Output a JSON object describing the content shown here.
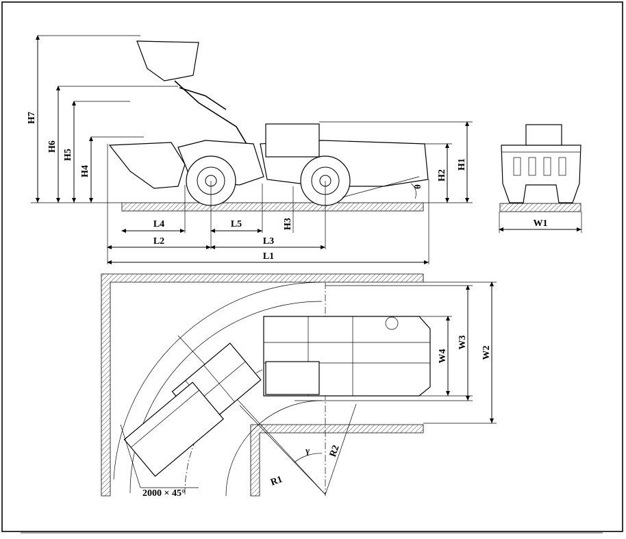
{
  "side_view": {
    "height_labels": {
      "h7": "H7",
      "h6": "H6",
      "h5": "H5",
      "h4": "H4",
      "h3": "H3",
      "h2": "H2",
      "h1": "H1"
    },
    "length_labels": {
      "l4": "L4",
      "l5": "L5",
      "l2": "L2",
      "l3": "L3",
      "l1": "L1"
    },
    "angle_label": "θ"
  },
  "rear_view": {
    "width_label": "W1"
  },
  "plan_view": {
    "width_labels": {
      "w4": "W4",
      "w3": "W3",
      "w2": "W2"
    },
    "radius_labels": {
      "r1": "R1",
      "r2": "R2"
    },
    "angle_label": "γ",
    "chamfer_label": "2000 × 45°"
  }
}
